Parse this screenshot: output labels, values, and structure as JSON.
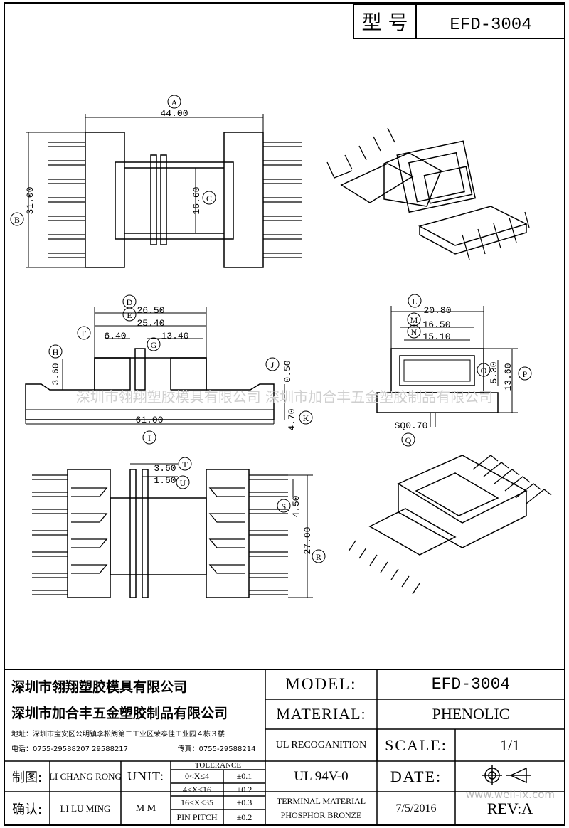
{
  "header": {
    "label": "型 号",
    "model": "EFD-3004"
  },
  "dims": {
    "A": "44.00",
    "B": "31.00",
    "C": "16.60",
    "D": "26.50",
    "E": "25.40",
    "F": "6.40",
    "G": "13.40",
    "H": "3.60",
    "J": "0.50",
    "K": "4.70",
    "I": "61.00",
    "L": "20.80",
    "M": "16.50",
    "N": "15.10",
    "O": "5.30",
    "P": "13.60",
    "Q": "SQ0.70",
    "T": "3.60",
    "U": "1.60",
    "S": "4.50",
    "R": "27.00"
  },
  "letters": {
    "A": "A",
    "B": "B",
    "C": "C",
    "D": "D",
    "E": "E",
    "F": "F",
    "G": "G",
    "H": "H",
    "I": "I",
    "J": "J",
    "K": "K",
    "L": "L",
    "M": "M",
    "N": "N",
    "O": "O",
    "P": "P",
    "Q": "Q",
    "R": "R",
    "S": "S",
    "T": "T",
    "U": "U"
  },
  "watermark": "深圳市翎翔塑胶模具有限公司 深圳市加合丰五金塑胶制品有限公司",
  "title_block": {
    "company1": "深圳市翎翔塑胶模具有限公司",
    "company2": "深圳市加合丰五金塑胶制品有限公司",
    "address": "地址：深圳市宝安区公明镇李松朗第二工业区荣泰佳工业园４栋３楼",
    "phone": "电话：0755-29588207  29588217",
    "fax": "传真：0755-29588214",
    "model_label": "MODEL:",
    "model_value": "EFD-3004",
    "material_label": "MATERIAL:",
    "material_value": "PHENOLIC",
    "ul_label": "UL RECOGANITION",
    "ul_value": "UL 94V-0",
    "scale_label": "SCALE:",
    "scale_value": "1/1",
    "date_label": "DATE:",
    "date_value": "7/5/2016",
    "rev": "REV:A",
    "terminal1": "TERMINAL MATERIAL",
    "terminal2": "PHOSPHOR  BRONZE",
    "drawn_label": "制图:",
    "drawn_name": "LI CHANG RONG",
    "confirm_label": "确认:",
    "confirm_name": "LI LU MING",
    "unit_label": "UNIT:",
    "unit_value": "M M",
    "tol_title": "TOLERANCE",
    "tol": [
      {
        "range": "0<X≤4",
        "value": "±0.1"
      },
      {
        "range": "4<X≤16",
        "value": "±0.2"
      },
      {
        "range": "16<X≤35",
        "value": "±0.3"
      },
      {
        "range": "PIN PITCH",
        "value": "±0.2"
      }
    ],
    "signature": "www.well-lx.com"
  }
}
